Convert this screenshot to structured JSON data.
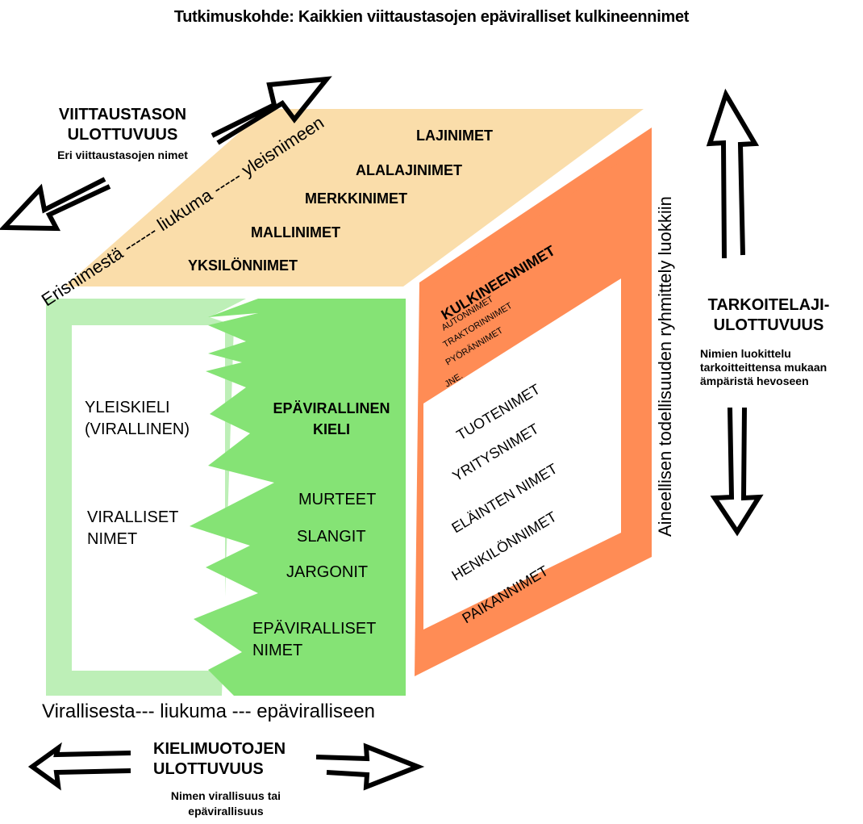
{
  "title": "Tutkimuskohde: Kaikkien viittaustasojen epäviralliset kulkineennimet",
  "colors": {
    "top_face": "#FADDAA",
    "right_face": "#FF8C55",
    "left_light_green": "#BDEFB7",
    "left_green": "#85E375",
    "arrow_stroke": "#000000"
  },
  "reference_dimension": {
    "heading_line1": "VIITTAUSTASON",
    "heading_line2": "ULOTTUVUUS",
    "subtitle": "Eri viittaustasojen nimet",
    "scale_label": "Erisnimestä ------ liukuma ----- yleisnimeen"
  },
  "top_face": {
    "items": [
      "LAJINIMET",
      "ALALAJINIMET",
      "MERKKINIMET",
      "MALLINIMET",
      "YKSILÖNNIMET"
    ]
  },
  "right_face": {
    "highlight_heading": "KULKINEENNIMET",
    "highlight_items": [
      "AUTONNIMET",
      "TRAKTORINNIMET",
      "PYÖRÄNNIMET",
      "JNE."
    ],
    "items": [
      "TUOTENIMET",
      "YRITYSNIMET",
      "ELÄINTEN NIMET",
      "HENKILÖNNIMET",
      "PAIKANNIMET"
    ],
    "side_label": "Aineellisen todellisuuden ryhmittely luokkiin"
  },
  "referent_dimension": {
    "heading_line1": "TARKOITELAJI-",
    "heading_line2": "ULOTTUVUUS",
    "subtitle_lines": [
      "Nimien luokittelu",
      "tarkoitteittensa mukaan",
      "ämpäristä hevoseen"
    ]
  },
  "front_face": {
    "official_items": [
      {
        "line1": "YLEISKIELI",
        "line2": "(VIRALLINEN)"
      },
      {
        "line1": "VIRALLISET",
        "line2": "NIMET"
      }
    ],
    "informal_heading_line1": "EPÄVIRALLINEN",
    "informal_heading_line2": "KIELI",
    "informal_items": [
      "MURTEET",
      "SLANGIT",
      "JARGONIT"
    ],
    "informal_names_line1": "EPÄVIRALLISET",
    "informal_names_line2": "NIMET"
  },
  "language_dimension": {
    "scale_label": "Virallisesta--- liukuma --- epäviralliseen",
    "heading_line1": "KIELIMUOTOJEN",
    "heading_line2": "ULOTTUVUUS",
    "subtitle_lines": [
      "Nimen virallisuus tai",
      "epävirallisuus"
    ]
  }
}
